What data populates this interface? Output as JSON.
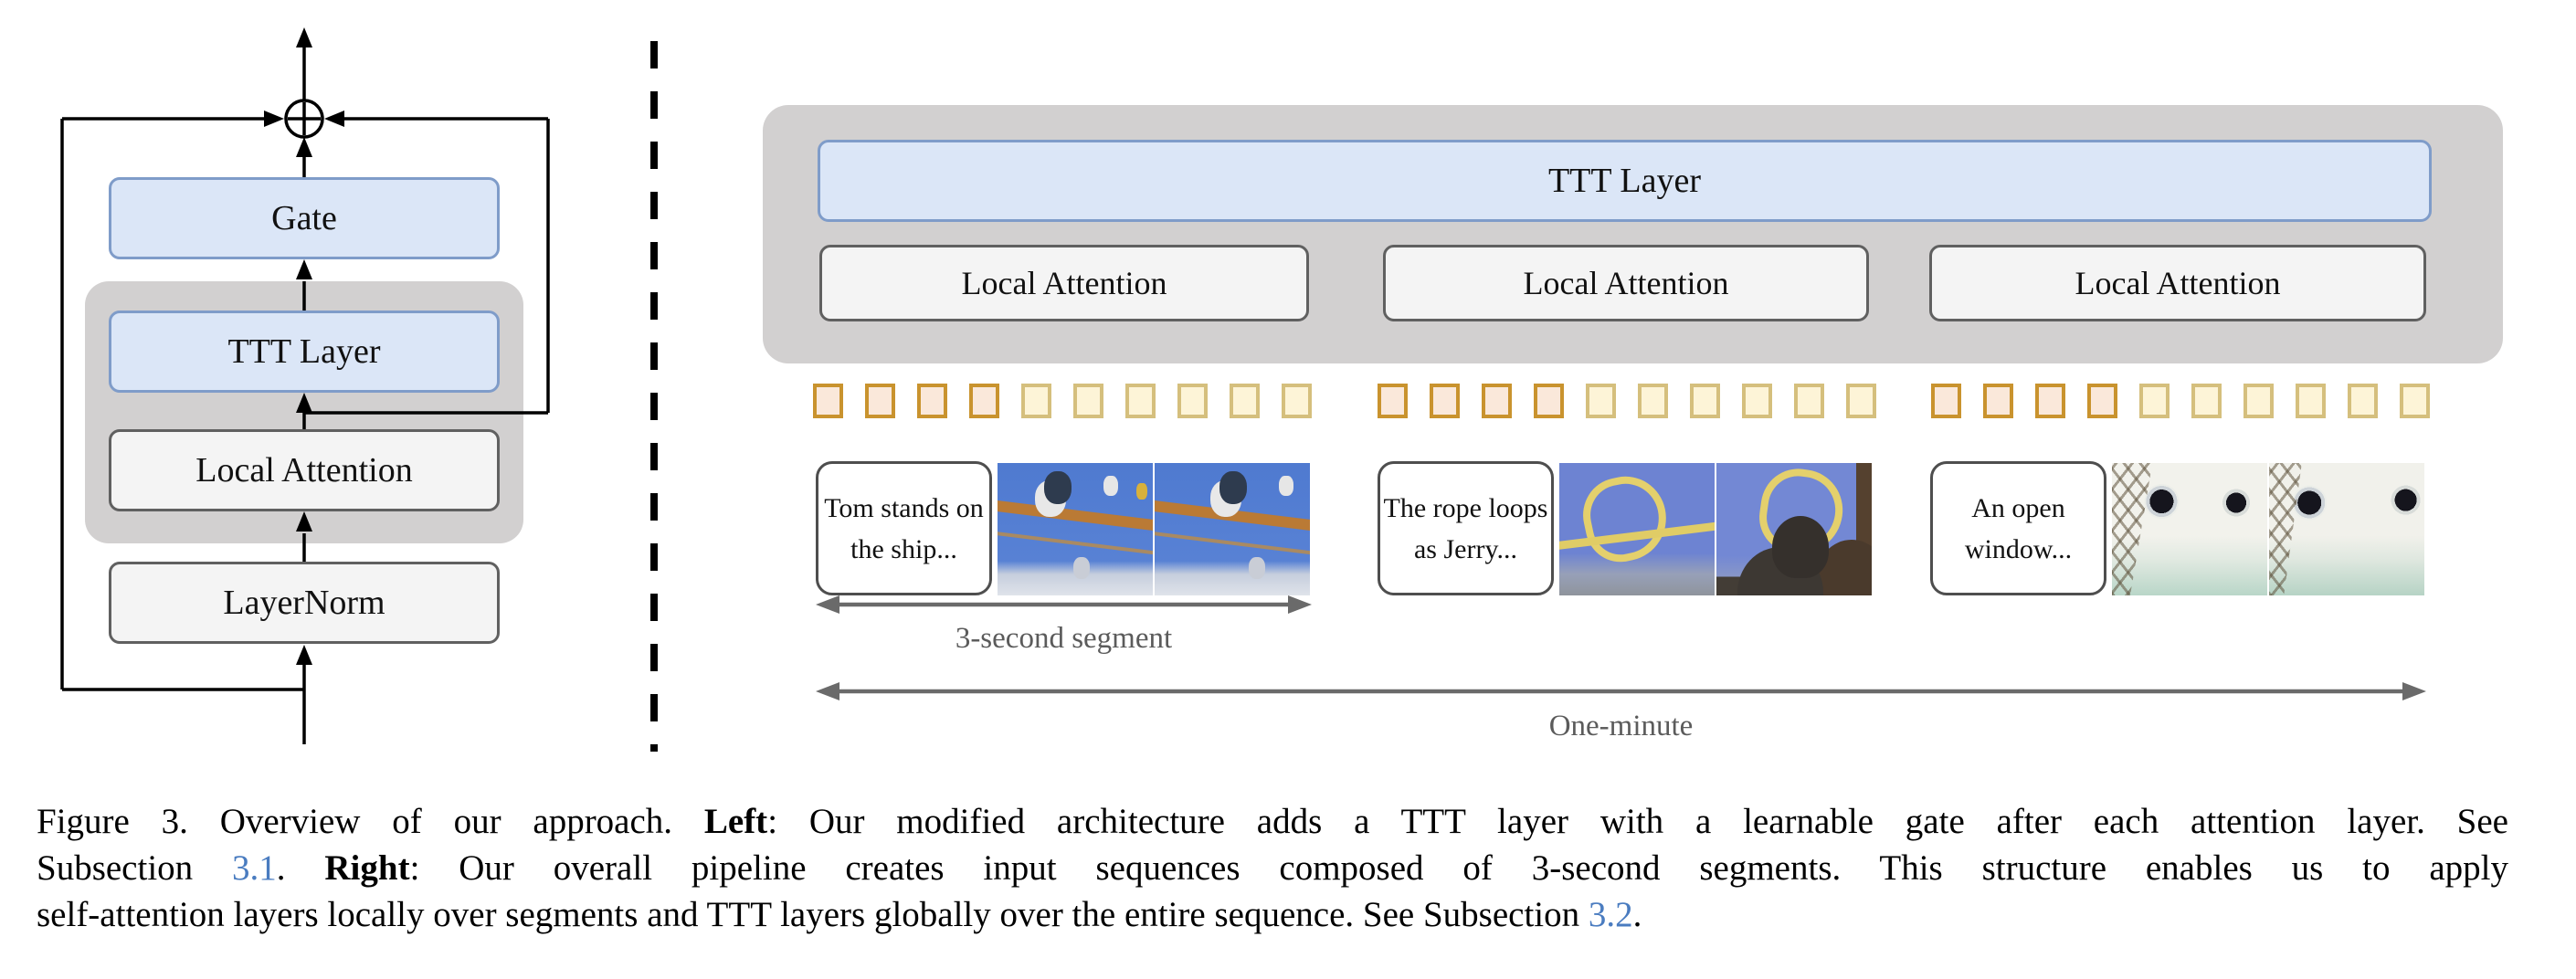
{
  "figure": {
    "left_diagram": {
      "gate_label": "Gate",
      "ttt_label": "TTT Layer",
      "attention_label": "Local Attention",
      "layernorm_label": "LayerNorm"
    },
    "right_diagram": {
      "ttt_label": "TTT Layer",
      "attention_labels": [
        "Local Attention",
        "Local Attention",
        "Local Attention"
      ],
      "token_groups": [
        {
          "count": 10,
          "highlighted": 4
        },
        {
          "count": 10,
          "highlighted": 4
        },
        {
          "count": 10,
          "highlighted": 4
        }
      ],
      "segments": [
        {
          "text_line1": "Tom stands on",
          "text_line2": "the ship...",
          "frames": [
            "tom-ship-frame-a",
            "tom-ship-frame-b"
          ]
        },
        {
          "text_line1": "The rope loops",
          "text_line2": "as Jerry...",
          "frames": [
            "rope-loop-frame-a",
            "rope-silhouette-frame-b"
          ]
        },
        {
          "text_line1": "An open",
          "text_line2": "window...",
          "frames": [
            "porthole-frame-a",
            "porthole-frame-b"
          ]
        }
      ],
      "segment_arrow_label": "3-second segment",
      "minute_arrow_label": "One-minute"
    },
    "caption": {
      "line1": {
        "prefix": "Figure 3. Overview of our approach. ",
        "bold": "Left",
        "rest": ": Our modified architecture adds a TTT layer with a learnable gate after each attention layer. See"
      },
      "line2": {
        "prefix": "Subsection ",
        "link": "3.1",
        "mid": ". ",
        "bold": "Right",
        "rest": ": Our overall pipeline creates input sequences composed of 3-second segments. This structure enables us to apply"
      },
      "line3": {
        "prefix": "self-attention layers locally over segments and TTT layers globally over the entire sequence. See Subsection ",
        "link": "3.2",
        "suffix": "."
      }
    },
    "colors": {
      "box_blue_fill": "#dbe6f7",
      "box_blue_border": "#7f9cc9",
      "container_gray": "#d2d0d0",
      "box_gray_fill": "#f4f4f4",
      "box_gray_border": "#606060",
      "token_segment_start_border": "#c9932e",
      "token_segment_start_fill": "#fae8da",
      "token_border": "#d5bf7d",
      "token_fill": "#fdf4d7",
      "arrow_gray": "#6a6a6a",
      "label_gray": "#5b5b5b",
      "link_blue": "#4a7cc0",
      "line_black": "#000000"
    }
  }
}
